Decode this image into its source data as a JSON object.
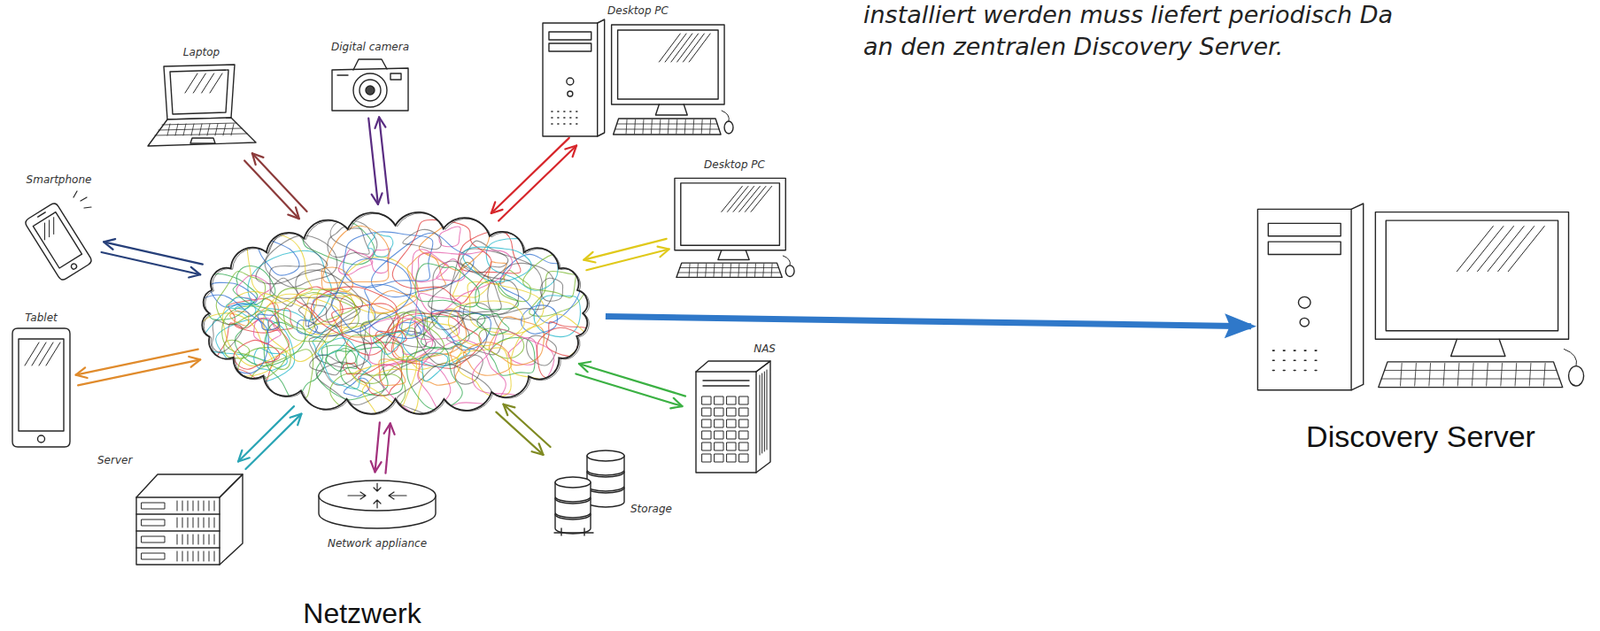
{
  "diagram": {
    "nodes": [
      {
        "text": [
          "Laptop"
        ]
      },
      {
        "text": [
          "Digital camera"
        ]
      },
      {
        "text": [
          "Desktop PC"
        ]
      },
      {
        "text": [
          "Desktop PC"
        ]
      },
      {
        "text": [
          "Smartphone"
        ]
      },
      {
        "text": [
          "Tablet"
        ]
      },
      {
        "text": [
          "Netzwerk"
        ]
      },
      {
        "text": [
          "Discovery Server"
        ]
      },
      {
        "text": [
          "Server"
        ]
      },
      {
        "text": [
          "Network appliance"
        ]
      },
      {
        "text": [
          "Storage"
        ]
      },
      {
        "text": [
          "NAS"
        ]
      }
    ],
    "edges": [
      {
        "from": 0,
        "to": 6,
        "arrow": "both"
      },
      {
        "from": 1,
        "to": 6,
        "arrow": "both"
      },
      {
        "from": 2,
        "to": 6,
        "arrow": "both"
      },
      {
        "from": 3,
        "to": 6,
        "arrow": "both"
      },
      {
        "from": 4,
        "to": 6,
        "arrow": "both"
      },
      {
        "from": 5,
        "to": 6,
        "arrow": "both"
      },
      {
        "from": 8,
        "to": 6,
        "arrow": "both"
      },
      {
        "from": 9,
        "to": 6,
        "arrow": "both"
      },
      {
        "from": 10,
        "to": 6,
        "arrow": "both"
      },
      {
        "from": 11,
        "to": 6,
        "arrow": "both"
      },
      {
        "from": 6,
        "to": 7,
        "arrow": "to"
      }
    ],
    "labels": [
      "installiert werden muss liefert periodisch Da",
      "an den zentralen Discovery Server."
    ]
  }
}
